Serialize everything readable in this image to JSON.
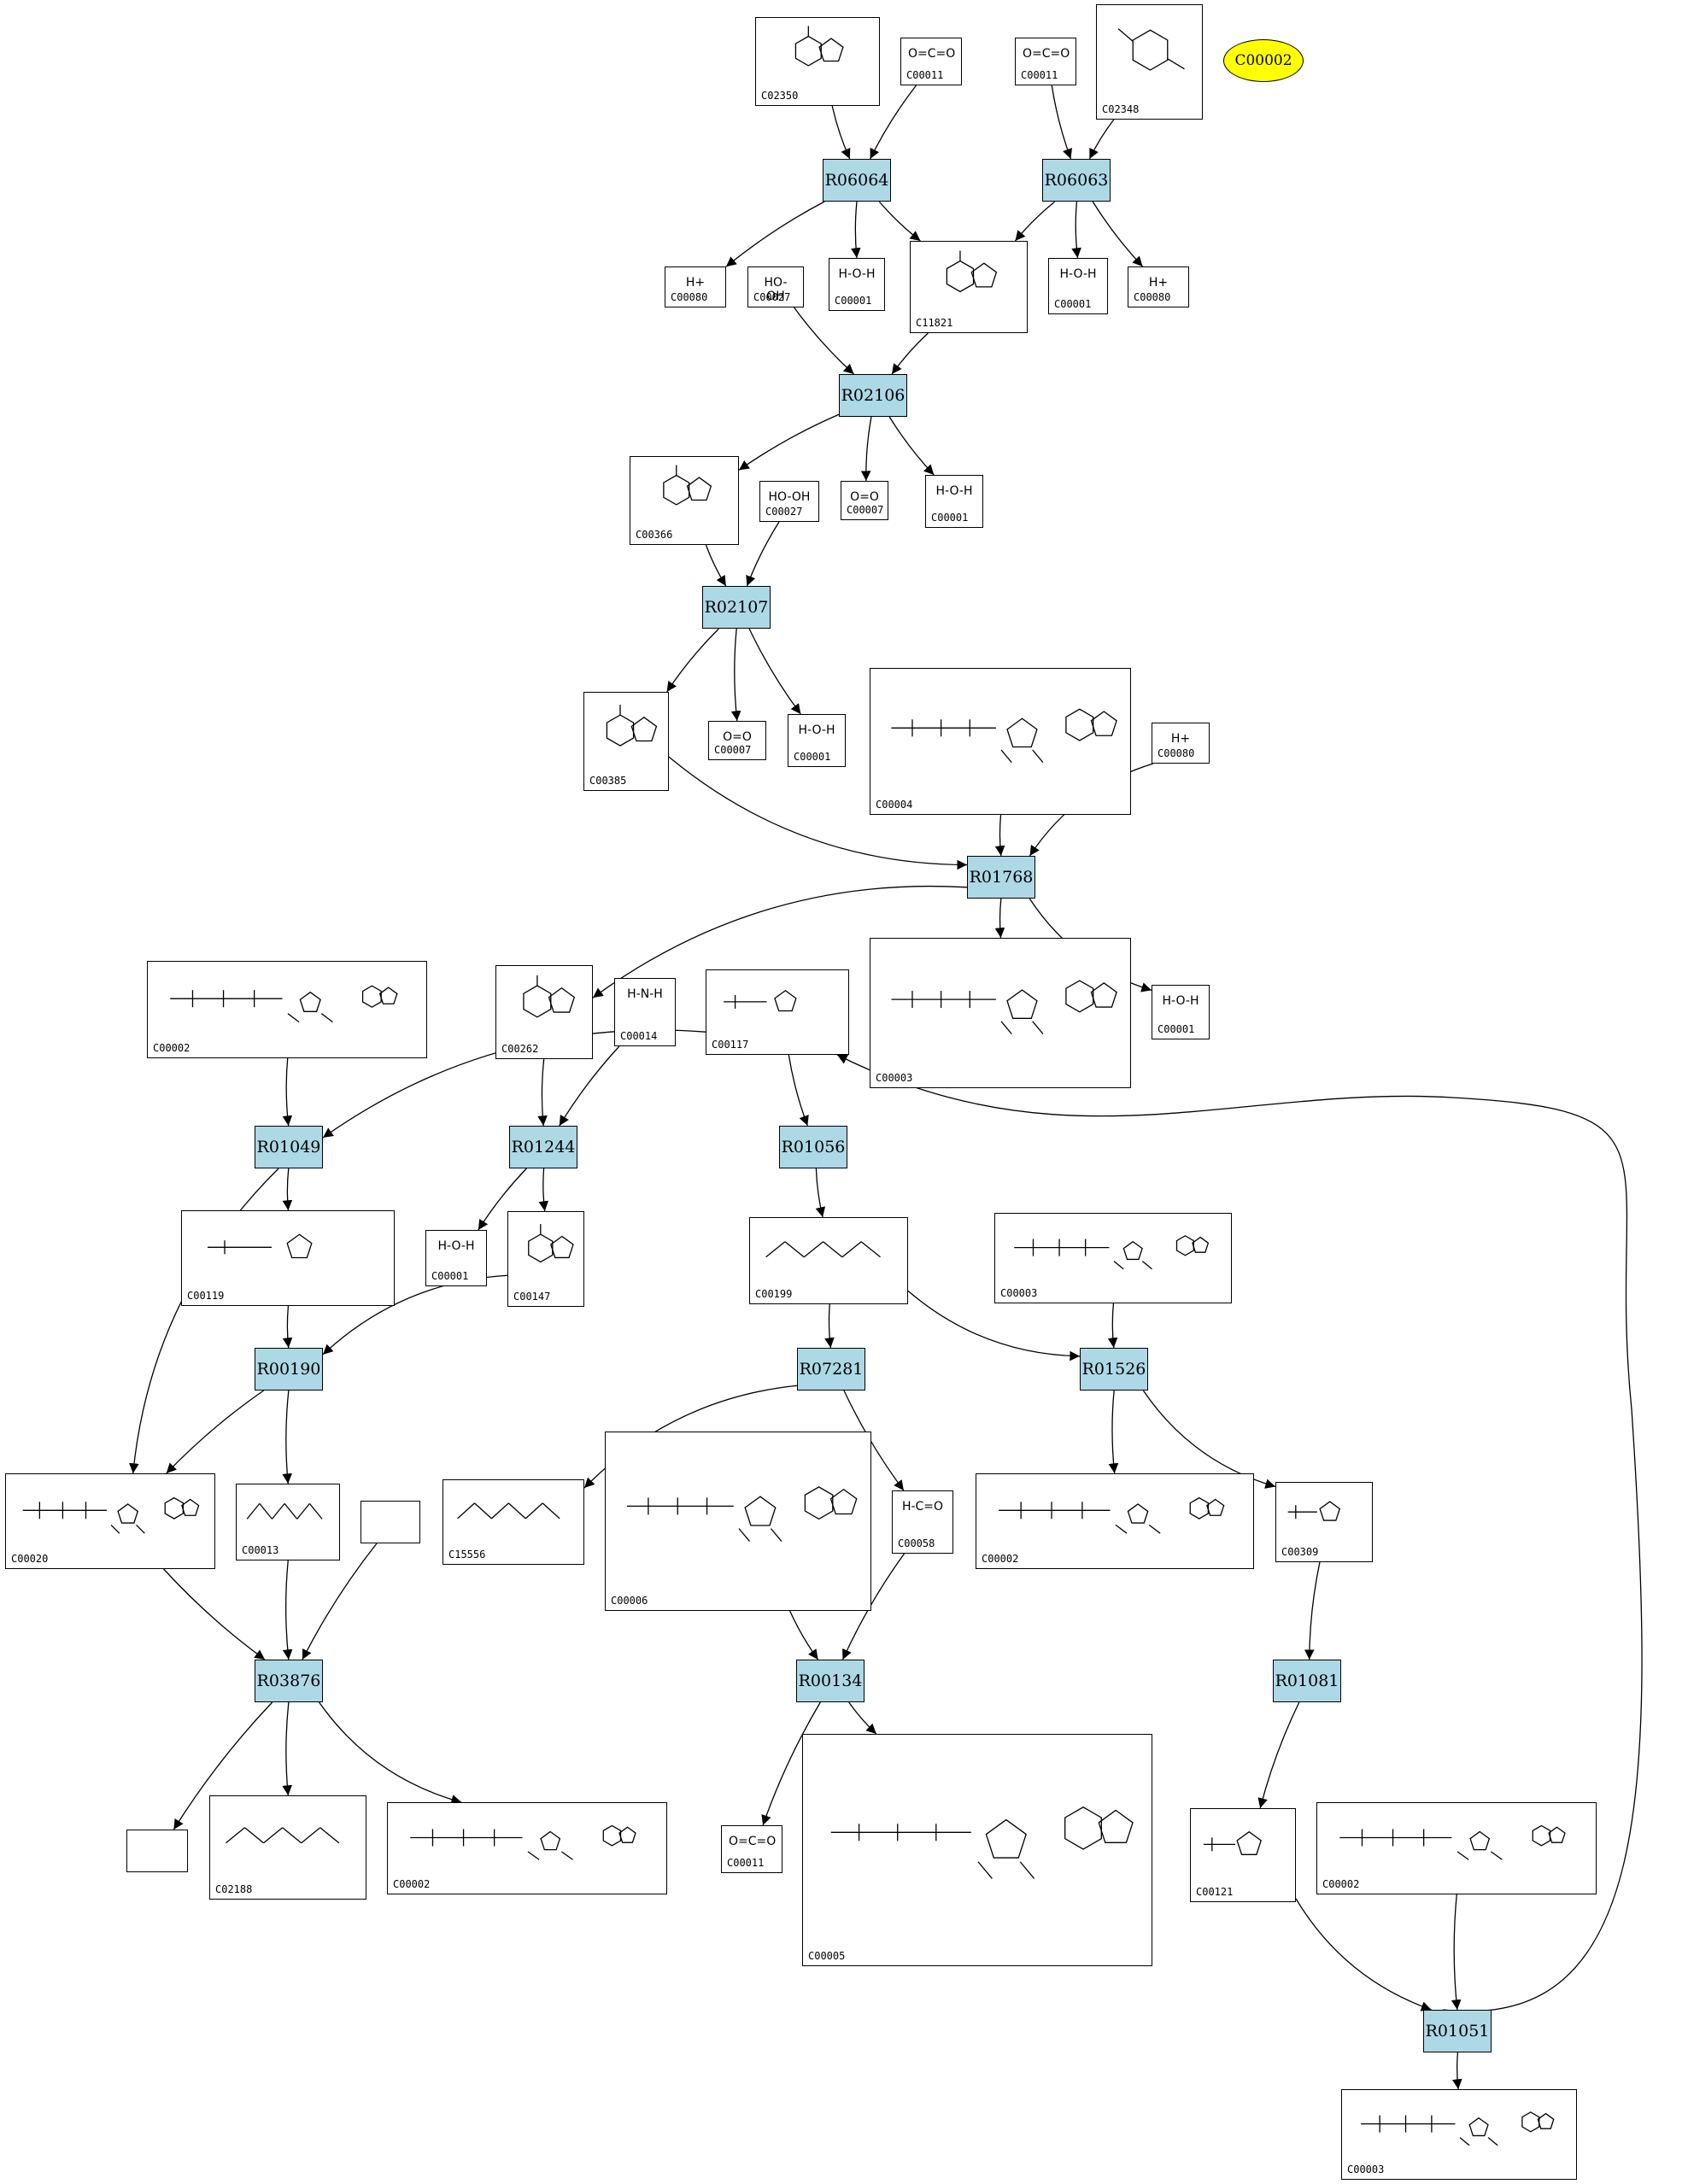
{
  "compounds": [
    {
      "id": "C02350",
      "label": "C02350",
      "mol": "ring2"
    },
    {
      "id": "C00011a",
      "label": "C00011",
      "formula": "O=C=O"
    },
    {
      "id": "C00011b",
      "label": "C00011",
      "formula": "O=C=O"
    },
    {
      "id": "C02348",
      "label": "C02348",
      "mol": "ring1"
    },
    {
      "id": "C00080a",
      "label": "C00080",
      "formula": "H+"
    },
    {
      "id": "C00027a",
      "label": "C00027",
      "formula": "HO-OH"
    },
    {
      "id": "C00001a",
      "label": "C00001",
      "formula": "H-O-H"
    },
    {
      "id": "C11821",
      "label": "C11821",
      "mol": "ring2"
    },
    {
      "id": "C00001b",
      "label": "C00001",
      "formula": "H-O-H"
    },
    {
      "id": "C00080b",
      "label": "C00080",
      "formula": "H+"
    },
    {
      "id": "C00366",
      "label": "C00366",
      "mol": "ring2"
    },
    {
      "id": "C00027b",
      "label": "C00027",
      "formula": "HO-OH"
    },
    {
      "id": "C00007a",
      "label": "C00007",
      "formula": "O=O"
    },
    {
      "id": "C00001c",
      "label": "C00001",
      "formula": "H-O-H"
    },
    {
      "id": "C00385",
      "label": "C00385",
      "mol": "ring2"
    },
    {
      "id": "C00007b",
      "label": "C00007",
      "formula": "O=O"
    },
    {
      "id": "C00001d",
      "label": "C00001",
      "formula": "H-O-H"
    },
    {
      "id": "C00004",
      "label": "C00004",
      "mol": "nucleotide"
    },
    {
      "id": "C00080c",
      "label": "C00080",
      "formula": "H+"
    },
    {
      "id": "C00002a",
      "label": "C00002",
      "mol": "nucleotide"
    },
    {
      "id": "C00262",
      "label": "C00262",
      "mol": "ring2"
    },
    {
      "id": "C00014",
      "label": "C00014",
      "formula": "H-N-H"
    },
    {
      "id": "C00117",
      "label": "C00117",
      "mol": "sugar"
    },
    {
      "id": "C00003a",
      "label": "C00003",
      "mol": "nucleotide"
    },
    {
      "id": "C00001e",
      "label": "C00001",
      "formula": "H-O-H"
    },
    {
      "id": "C00119",
      "label": "C00119",
      "mol": "sugar"
    },
    {
      "id": "C00001f",
      "label": "C00001",
      "formula": "H-O-H"
    },
    {
      "id": "C00147",
      "label": "C00147",
      "mol": "ring2"
    },
    {
      "id": "C00199",
      "label": "C00199",
      "mol": "chain"
    },
    {
      "id": "C00003b",
      "label": "C00003",
      "mol": "nucleotide"
    },
    {
      "id": "C00020",
      "label": "C00020",
      "mol": "nucleotide"
    },
    {
      "id": "C00013",
      "label": "C00013",
      "mol": "chain"
    },
    {
      "id": "BLANK1",
      "label": "",
      "mol": "none"
    },
    {
      "id": "C15556",
      "label": "C15556",
      "mol": "chain"
    },
    {
      "id": "C00006",
      "label": "C00006",
      "mol": "nucleotide"
    },
    {
      "id": "C00058",
      "label": "C00058",
      "formula": "H-C=O"
    },
    {
      "id": "C00002b",
      "label": "C00002",
      "mol": "nucleotide"
    },
    {
      "id": "C00309",
      "label": "C00309",
      "mol": "sugar"
    },
    {
      "id": "BLANK2",
      "label": "",
      "mol": "none"
    },
    {
      "id": "C02188",
      "label": "C02188",
      "mol": "chain"
    },
    {
      "id": "C00002c",
      "label": "C00002",
      "mol": "nucleotide"
    },
    {
      "id": "C00011c",
      "label": "C00011",
      "formula": "O=C=O"
    },
    {
      "id": "C00005",
      "label": "C00005",
      "mol": "nucleotide"
    },
    {
      "id": "C00121",
      "label": "C00121",
      "mol": "sugar"
    },
    {
      "id": "C00002d",
      "label": "C00002",
      "mol": "nucleotide"
    },
    {
      "id": "C00003c",
      "label": "C00003",
      "mol": "nucleotide"
    }
  ],
  "reactions": [
    {
      "id": "R06064",
      "label": "R06064"
    },
    {
      "id": "R06063",
      "label": "R06063"
    },
    {
      "id": "R02106",
      "label": "R02106"
    },
    {
      "id": "R02107",
      "label": "R02107"
    },
    {
      "id": "R01768",
      "label": "R01768"
    },
    {
      "id": "R01049",
      "label": "R01049"
    },
    {
      "id": "R01244",
      "label": "R01244"
    },
    {
      "id": "R01056",
      "label": "R01056"
    },
    {
      "id": "R00190",
      "label": "R00190"
    },
    {
      "id": "R07281",
      "label": "R07281"
    },
    {
      "id": "R01526",
      "label": "R01526"
    },
    {
      "id": "R03876",
      "label": "R03876"
    },
    {
      "id": "R00134",
      "label": "R00134"
    },
    {
      "id": "R01081",
      "label": "R01081"
    },
    {
      "id": "R01051",
      "label": "R01051"
    }
  ],
  "highlight": {
    "id": "HL",
    "label": "C00002",
    "color": "#ffff00"
  },
  "edges": [
    [
      "C02350",
      "R06064"
    ],
    [
      "C00011a",
      "R06064"
    ],
    [
      "C00011b",
      "R06063"
    ],
    [
      "C02348",
      "R06063"
    ],
    [
      "R06064",
      "C00080a"
    ],
    [
      "R06064",
      "C00001a"
    ],
    [
      "R06064",
      "C11821"
    ],
    [
      "R06063",
      "C11821"
    ],
    [
      "R06063",
      "C00001b"
    ],
    [
      "R06063",
      "C00080b"
    ],
    [
      "C00027a",
      "R02106"
    ],
    [
      "C11821",
      "R02106"
    ],
    [
      "R02106",
      "C00366"
    ],
    [
      "R02106",
      "C00007a"
    ],
    [
      "R02106",
      "C00001c"
    ],
    [
      "C00366",
      "R02107"
    ],
    [
      "C00027b",
      "R02107"
    ],
    [
      "R02107",
      "C00385"
    ],
    [
      "R02107",
      "C00007b"
    ],
    [
      "R02107",
      "C00001d"
    ],
    [
      "C00385",
      "R01768"
    ],
    [
      "C00004",
      "R01768"
    ],
    [
      "C00080c",
      "R01768"
    ],
    [
      "R01768",
      "C00262"
    ],
    [
      "R01768",
      "C00003a"
    ],
    [
      "R01768",
      "C00001e"
    ],
    [
      "C00002a",
      "R01049"
    ],
    [
      "C00117",
      "R01049"
    ],
    [
      "C00262",
      "R01244"
    ],
    [
      "C00014",
      "R01244"
    ],
    [
      "C00117",
      "R01056"
    ],
    [
      "R01244",
      "C00001f"
    ],
    [
      "R01244",
      "C00147"
    ],
    [
      "R01049",
      "C00119"
    ],
    [
      "R01049",
      "C00020"
    ],
    [
      "C00119",
      "R00190"
    ],
    [
      "C00147",
      "R00190"
    ],
    [
      "R01056",
      "C00199"
    ],
    [
      "C00199",
      "R07281"
    ],
    [
      "C00199",
      "R01526"
    ],
    [
      "C00003b",
      "R01526"
    ],
    [
      "R00190",
      "C00020"
    ],
    [
      "R00190",
      "C00013"
    ],
    [
      "R07281",
      "C15556"
    ],
    [
      "R07281",
      "C00058"
    ],
    [
      "R01526",
      "C00002b"
    ],
    [
      "R01526",
      "C00309"
    ],
    [
      "C00020",
      "R03876"
    ],
    [
      "C00013",
      "R03876"
    ],
    [
      "BLANK1",
      "R03876"
    ],
    [
      "C00006",
      "R00134"
    ],
    [
      "C00058",
      "R00134"
    ],
    [
      "C00309",
      "R01081"
    ],
    [
      "R03876",
      "BLANK2"
    ],
    [
      "R03876",
      "C02188"
    ],
    [
      "R03876",
      "C00002c"
    ],
    [
      "R00134",
      "C00011c"
    ],
    [
      "R00134",
      "C00005"
    ],
    [
      "R01081",
      "C00121"
    ],
    [
      "C00121",
      "R01051"
    ],
    [
      "C00002d",
      "R01051"
    ],
    [
      "R01051",
      "C00003c"
    ],
    [
      "R01051",
      "C00117"
    ]
  ]
}
